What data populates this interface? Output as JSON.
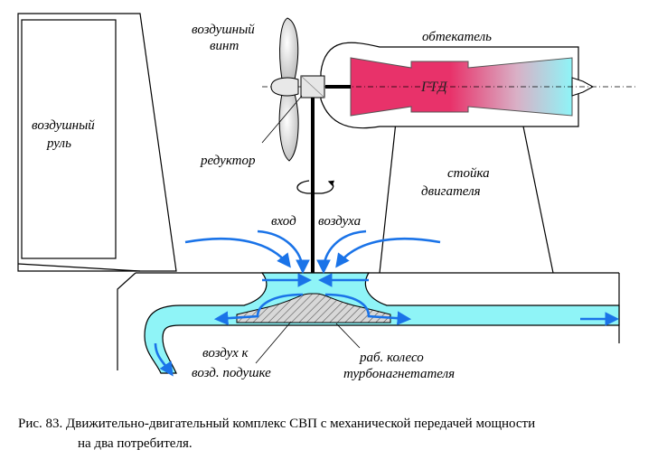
{
  "labels": {
    "propeller_line1": "воздушный",
    "propeller_line2": "винт",
    "fairing": "обтекатель",
    "rudder_line1": "воздушный",
    "rudder_line2": "руль",
    "gtd": "ГТД",
    "reducer": "редуктор",
    "engine_strut_line1": "стойка",
    "engine_strut_line2": "двигателя",
    "air_inlet_left": "вход",
    "air_inlet_right": "воздуха",
    "air_to_cushion_line1": "воздух к",
    "air_to_cushion_line2": "возд. подушке",
    "impeller_line1": "раб. колесо",
    "impeller_line2": "турбонагнетателя"
  },
  "caption": {
    "line1": "Рис. 83. Движительно-двигательный комплекс СВП с механической передачей мощности",
    "line2": "на два потребителя."
  },
  "colors": {
    "duct_fill": "#8ff4f7",
    "arrow_blue": "#1a73e8",
    "engine_red": "#e8326a",
    "engine_cyan": "#8ff4f7"
  }
}
